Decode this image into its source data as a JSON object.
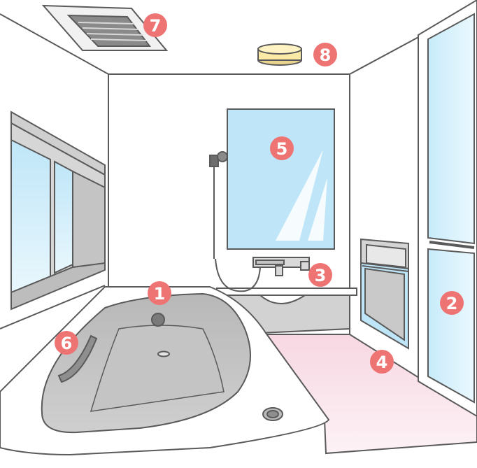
{
  "colors": {
    "line": "#5a5a5a",
    "wall": "#ffffff",
    "grey": "#c9c9c9",
    "grey_dark": "#a9a9a9",
    "glass_light": "#e6f6fd",
    "glass_dark": "#bfe6f8",
    "floor": "#f9dde6",
    "floor_fade": "#fdf0f4",
    "light_fixture": "#fbe9a6",
    "badge": "#ee7474"
  },
  "icons": {
    "fan": "ventilation-fan-icon",
    "light": "ceiling-light-icon",
    "shower": "shower-head-icon",
    "faucet": "faucet-icon"
  },
  "markers": [
    {
      "number": "1",
      "part": "bathtub"
    },
    {
      "number": "2",
      "part": "door"
    },
    {
      "number": "3",
      "part": "faucet"
    },
    {
      "number": "4",
      "part": "floor"
    },
    {
      "number": "5",
      "part": "mirror"
    },
    {
      "number": "6",
      "part": "handrail"
    },
    {
      "number": "7",
      "part": "ventilation-fan"
    },
    {
      "number": "8",
      "part": "ceiling-light"
    }
  ]
}
